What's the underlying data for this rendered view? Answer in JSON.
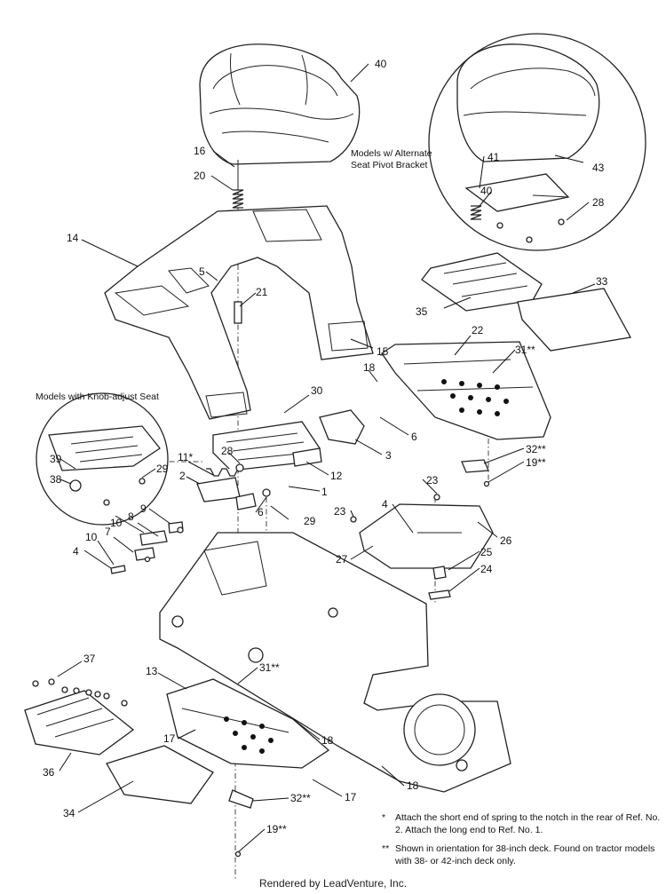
{
  "captions": {
    "alternate_bracket": [
      "Models w/ Alternate",
      "Seat Pivot Bracket"
    ],
    "knob_adjust": "Models with Knob-adjust Seat"
  },
  "callouts": {
    "c40a": "40",
    "c16": "16",
    "c20": "20",
    "c14": "14",
    "c5": "5",
    "c21": "21",
    "c41": "41",
    "c43": "43",
    "c40b": "40",
    "c28a": "28",
    "c33": "33",
    "c35": "35",
    "c22": "22",
    "c15": "15",
    "c31a": "31**",
    "c18a": "18",
    "c30": "30",
    "c6a": "6",
    "c3": "3",
    "c12": "12",
    "c1": "1",
    "c11": "11*",
    "c28b": "28",
    "c2": "2",
    "c6b": "6",
    "c29a": "29",
    "c39": "39",
    "c29b": "29",
    "c38": "38",
    "c9": "9",
    "c8": "8",
    "c10a": "10",
    "c7": "7",
    "c10b": "10",
    "c4a": "4",
    "c32a": "32**",
    "c19a": "19**",
    "c23a": "23",
    "c23b": "23",
    "c4b": "4",
    "c26": "26",
    "c27": "27",
    "c25": "25",
    "c24": "24",
    "c37": "37",
    "c13": "13",
    "c31b": "31**",
    "c17a": "17",
    "c18b": "18",
    "c36": "36",
    "c34": "34",
    "c32b": "32**",
    "c19b": "19**",
    "c17b": "17",
    "c18c": "18"
  },
  "notes": [
    {
      "mark": "*",
      "text": "Attach the short end of spring to the notch in the rear of Ref. No. 2. Attach the long end to Ref. No. 1."
    },
    {
      "mark": "**",
      "text": "Shown in orientation for 38-inch deck. Found on tractor models with 38- or 42-inch deck only."
    }
  ],
  "footer": "Rendered by LeadVenture, Inc."
}
